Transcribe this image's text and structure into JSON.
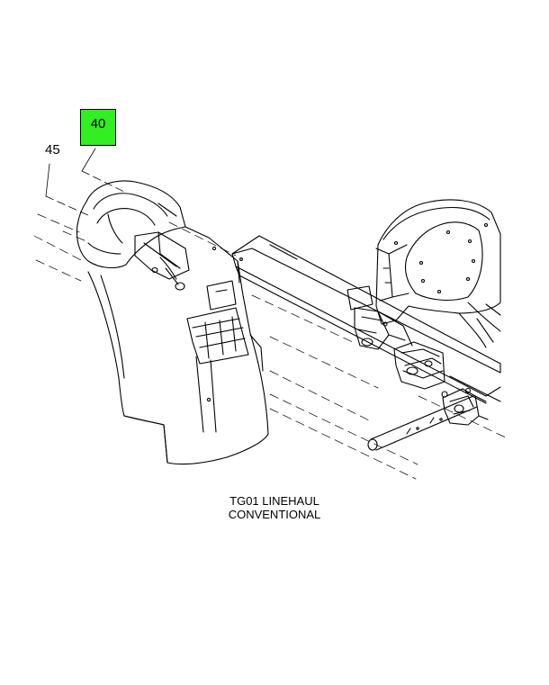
{
  "callouts": [
    {
      "number": "40",
      "highlighted": true,
      "highlight_color": "#33ee22"
    },
    {
      "number": "45",
      "highlighted": false
    }
  ],
  "caption": {
    "line1": "TG01 LINEHAUL",
    "line2": "CONVENTIONAL"
  },
  "colors": {
    "line": "#000000",
    "background": "#ffffff"
  }
}
